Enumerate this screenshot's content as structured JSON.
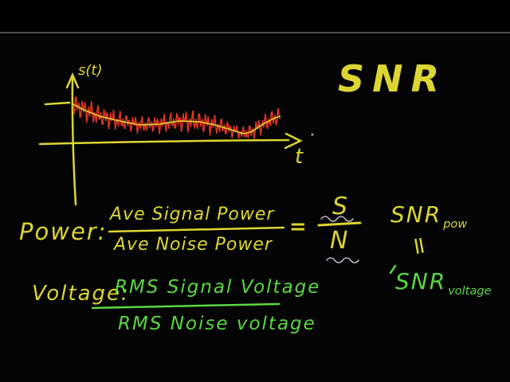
{
  "colors": {
    "yellow": "#ddd532",
    "green": "#5bd742",
    "red": "#e23323",
    "squiggle": "#b9b9c9",
    "separator": "#4b4b4b",
    "dot": "#9a9a9a"
  },
  "title": {
    "text": "SNR"
  },
  "graph": {
    "y_axis_label": "s(t)",
    "x_axis_label": "t",
    "type": "sketch-line",
    "description": "noisy red signal oscillating around smooth yellow mean curve vs time",
    "center_points": [
      [
        92,
        131
      ],
      [
        105,
        138
      ],
      [
        125,
        146
      ],
      [
        150,
        152
      ],
      [
        175,
        157
      ],
      [
        200,
        156
      ],
      [
        225,
        152
      ],
      [
        250,
        153
      ],
      [
        270,
        157
      ],
      [
        290,
        163
      ],
      [
        305,
        168
      ],
      [
        315,
        166
      ],
      [
        330,
        156
      ],
      [
        345,
        148
      ],
      [
        352,
        146
      ]
    ],
    "amp_points": [
      [
        92,
        13
      ],
      [
        130,
        12
      ],
      [
        180,
        9
      ],
      [
        230,
        12
      ],
      [
        262,
        12
      ],
      [
        300,
        7
      ],
      [
        318,
        10
      ],
      [
        352,
        11
      ]
    ]
  },
  "power_row": {
    "label": "Power:",
    "fraction": {
      "numerator": "Ave Signal Power",
      "denominator": "Ave Noise Power"
    },
    "equals": "=",
    "sn_fraction": {
      "numerator": "S",
      "denominator": "N"
    },
    "result": {
      "base": "SNR",
      "sub": "pow"
    },
    "equiv_symbol": "="
  },
  "voltage_row": {
    "label": "Voltage:",
    "fraction": {
      "numerator": "RMS Signal Voltage",
      "denominator": "RMS Noise voltage"
    },
    "result": {
      "base": "SNR",
      "sub": "voltage"
    }
  }
}
